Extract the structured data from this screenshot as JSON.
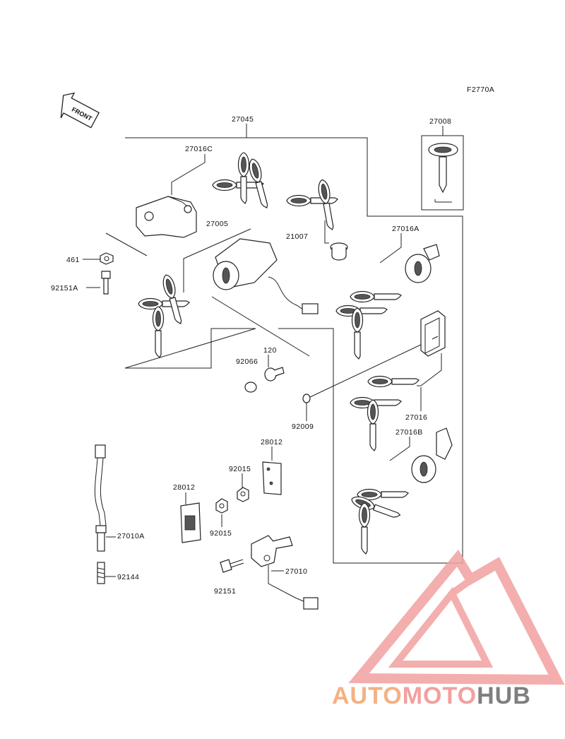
{
  "figure_code": "F2770A",
  "front_label": "FRONT",
  "parts": {
    "p27045": "27045",
    "p27016C": "27016C",
    "p27008": "27008",
    "p27005": "27005",
    "p21007": "21007",
    "p27016A": "27016A",
    "p461": "461",
    "p92151A": "92151A",
    "p120": "120",
    "p92066": "92066",
    "p92009": "92009",
    "p27016": "27016",
    "p27016B": "27016B",
    "p28012_top": "28012",
    "p92015_top": "92015",
    "p28012_left": "28012",
    "p92015_bottom": "92015",
    "p27010A": "27010A",
    "p92144": "92144",
    "p27010": "27010",
    "p92151": "92151"
  },
  "watermark": {
    "part1": "AUTO",
    "part2": "MOTO",
    "part3": "HUB",
    "color_light": "#f4b183",
    "color_red": "#f2a0a0",
    "color_dark": "#7f7f7f"
  }
}
